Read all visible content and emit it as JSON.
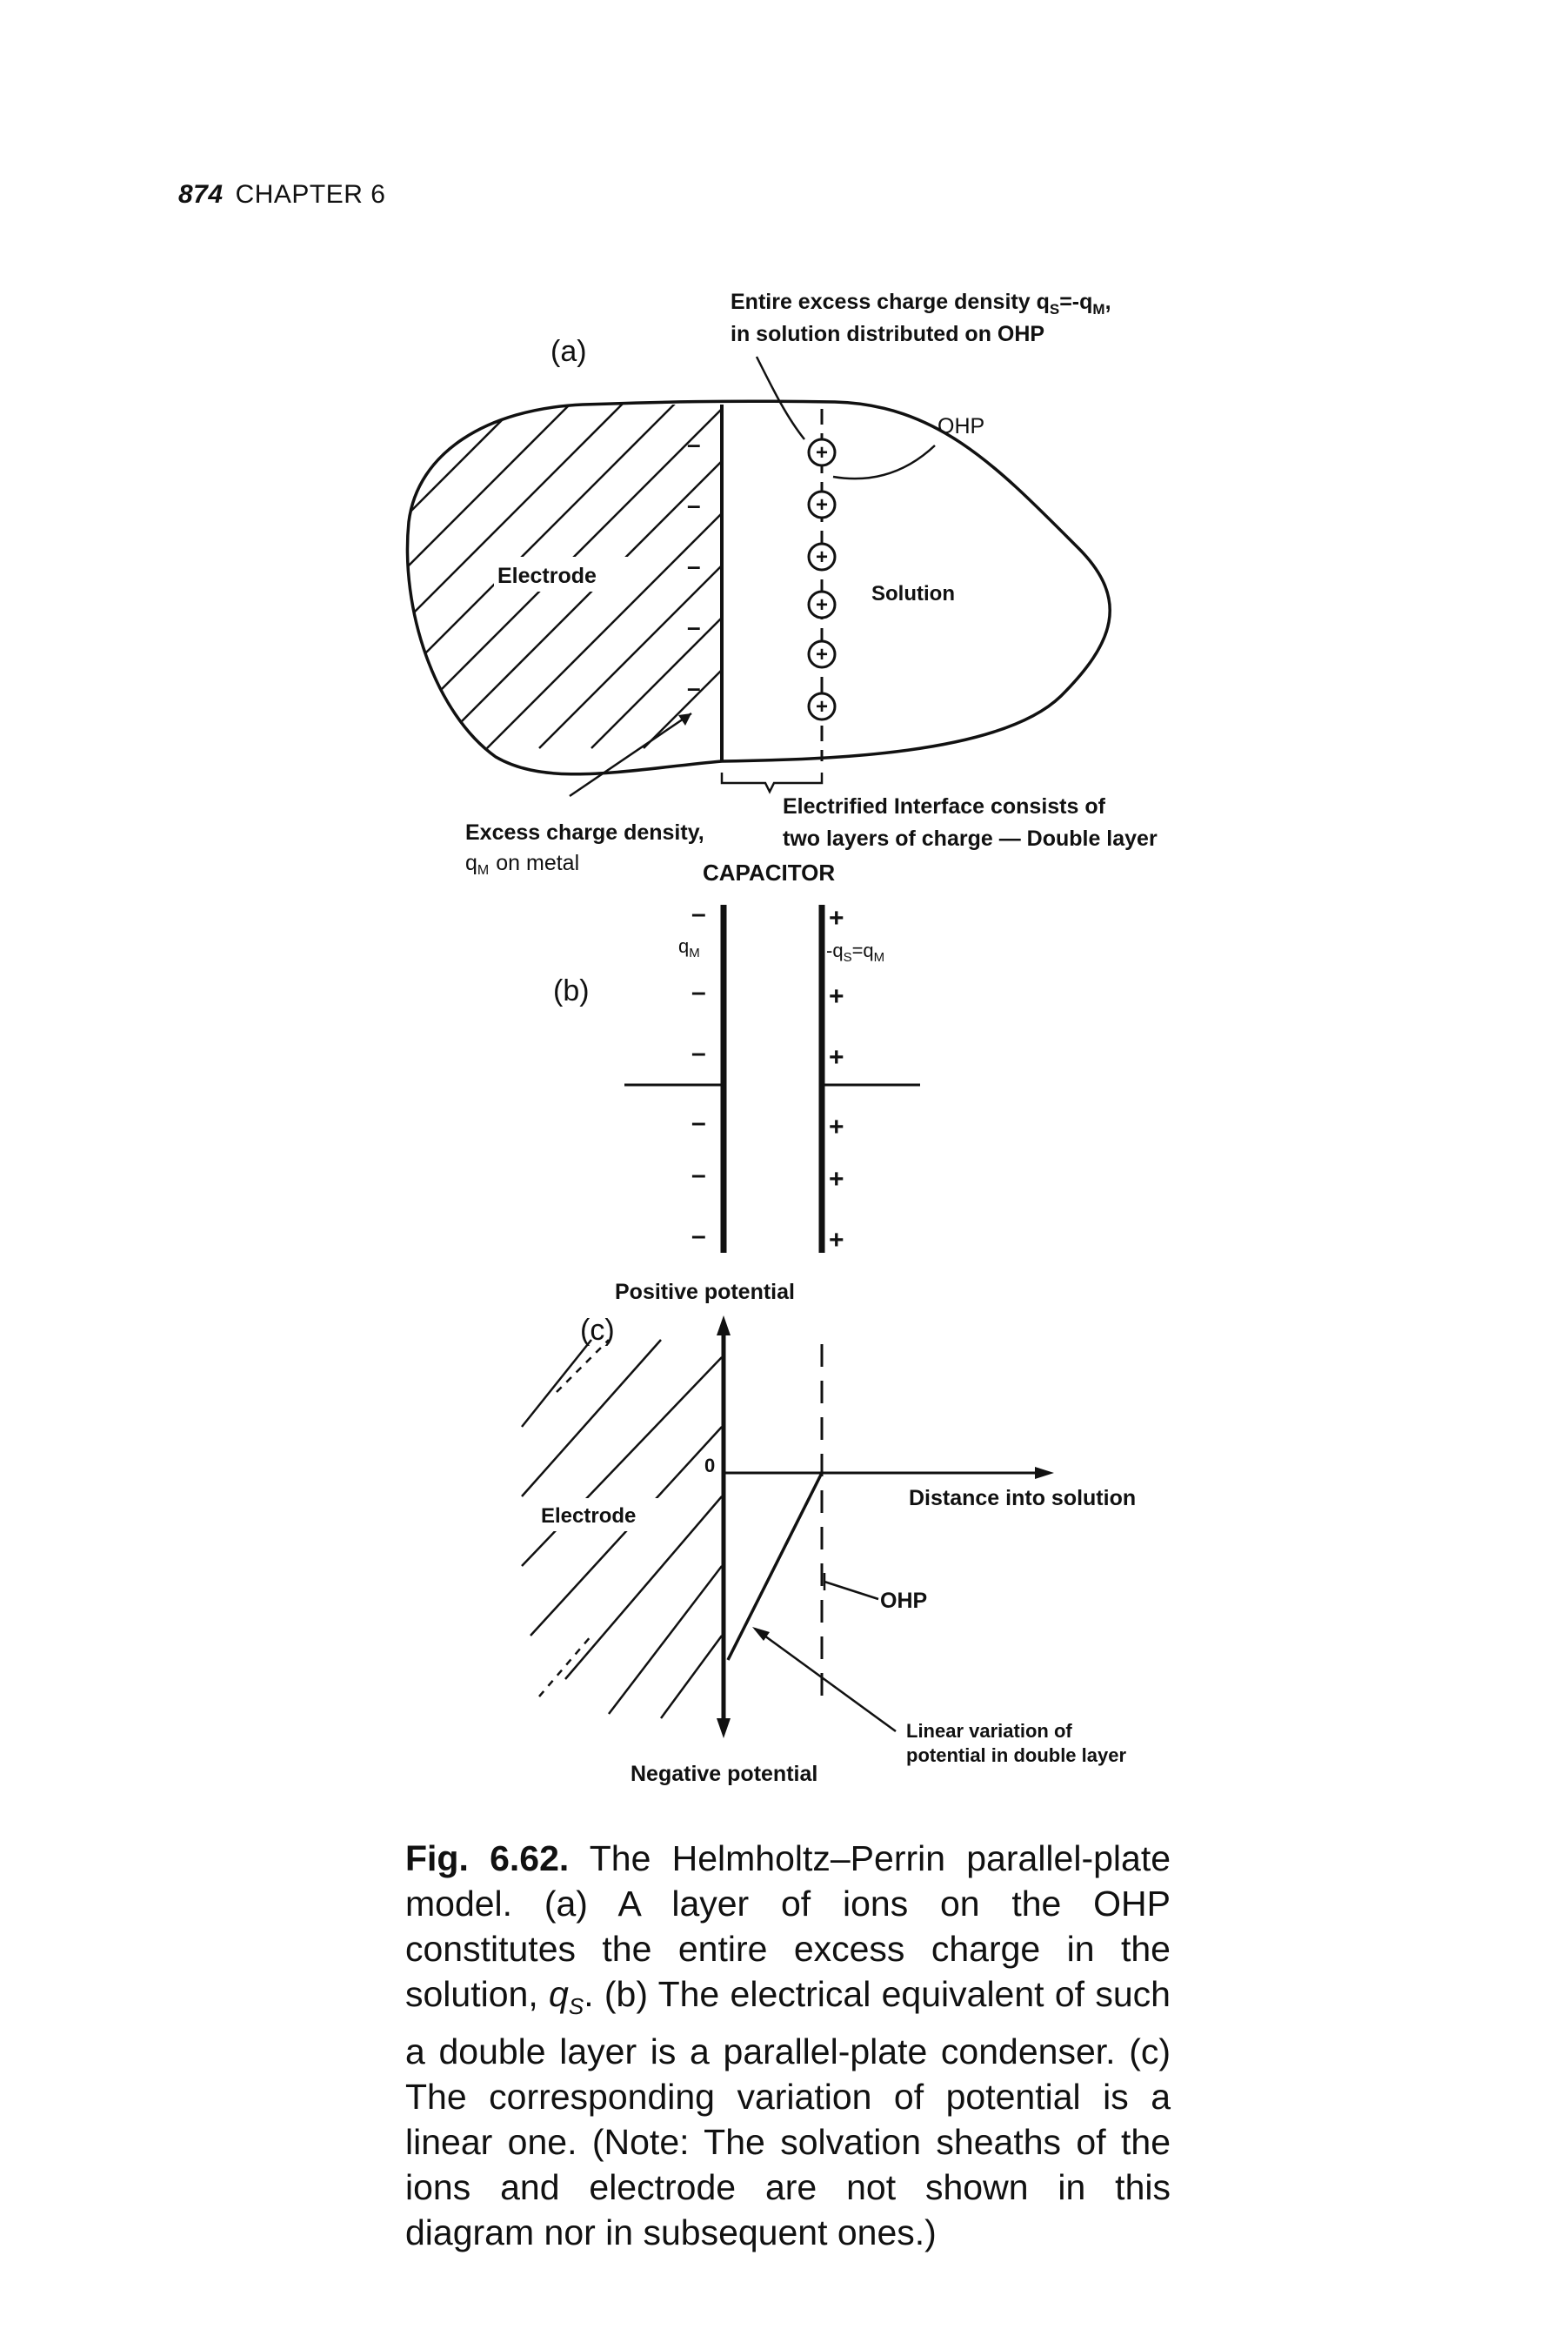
{
  "header": {
    "page_number": "874",
    "chapter": "CHAPTER 6"
  },
  "panel_a": {
    "label": "(a)",
    "top_note_line1": "Entire excess charge density q",
    "top_note_sub1": "S",
    "top_note_mid": "=-q",
    "top_note_sub2": "M",
    "top_note_end": ",",
    "top_note_line2": "in solution distributed on OHP",
    "ohp": "OHP",
    "electrode": "Electrode",
    "solution": "Solution",
    "ion_symbol": "+",
    "minus_symbol": "–",
    "metal_note_line1": "Excess charge density,",
    "metal_note_q": "q",
    "metal_note_sub": "M",
    "metal_note_line2": "on metal",
    "interface_line1": "Electrified Interface consists of",
    "interface_line2": "two layers of charge — Double layer"
  },
  "panel_b": {
    "label": "(b)",
    "capacitor": "CAPACITOR",
    "qm": "q",
    "qm_sub": "M",
    "qs": "-q",
    "qs_sub": "S",
    "qs_eq": "=q",
    "qs_eq_sub": "M",
    "minus": "–",
    "plus": "+"
  },
  "panel_c": {
    "label": "(c)",
    "positive_potential": "Positive potential",
    "negative_potential": "Negative potential",
    "origin": "0",
    "electrode": "Electrode",
    "distance": "Distance into solution",
    "ohp": "OHP",
    "linear_line1": "Linear variation of",
    "linear_line2": "potential in double layer"
  },
  "caption": {
    "fig_number": "Fig. 6.62.",
    "text_part1": " The Helmholtz–Perrin parallel-plate model. (a) A layer of ions on the OHP constitutes the entire excess charge in the solution, ",
    "qs_symbol": "q",
    "qs_sub": "S",
    "text_part2": ". (b) The electrical equivalent of such a double layer is a parallel-plate condenser. (c) The corresponding variation of potential is a linear one. (Note: The solvation sheaths of the ions and electrode are not shown in this diagram nor in subsequent ones.)"
  }
}
